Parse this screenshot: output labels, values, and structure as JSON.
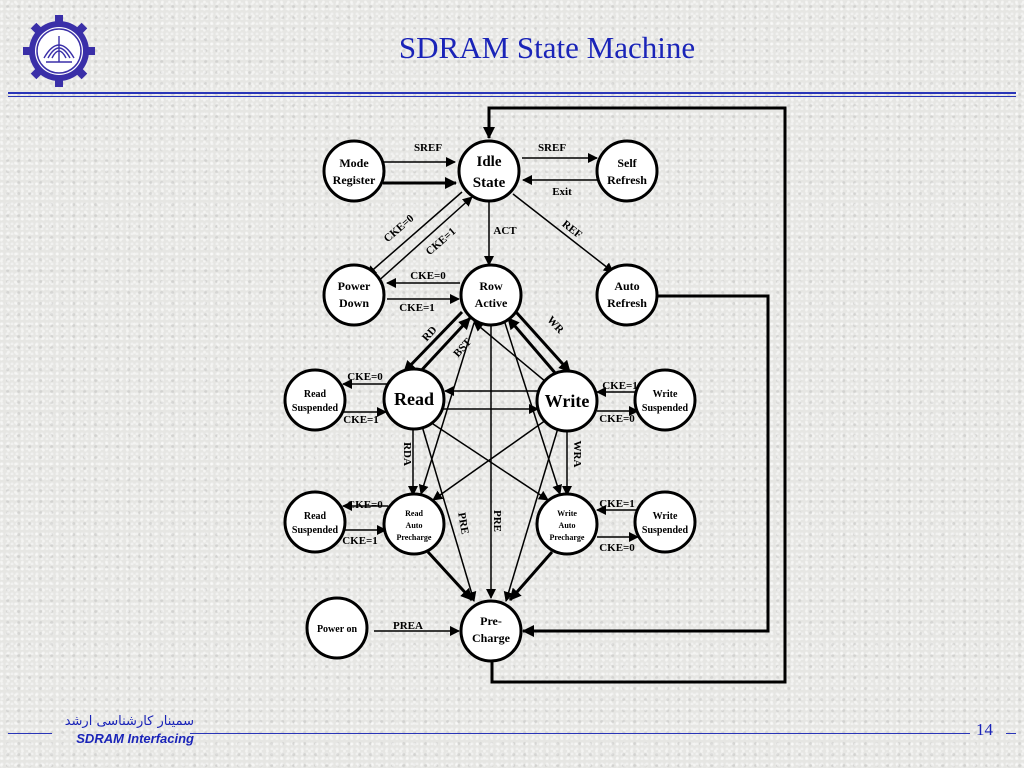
{
  "slide": {
    "title": "SDRAM State Machine",
    "footer_persian": "سمینار کارشناسی ارشد",
    "footer_english": "SDRAM Interfacing",
    "page_number": "14"
  },
  "colors": {
    "title": "#1a24b8",
    "rules": "#2a36b8",
    "logo": "#3a2fa8"
  },
  "diagram": {
    "states": {
      "idle": [
        "Idle",
        "State"
      ],
      "mode_register": [
        "Mode",
        "Register"
      ],
      "self_refresh": [
        "Self",
        "Refresh"
      ],
      "power_down": [
        "Power",
        "Down"
      ],
      "row_active": [
        "Row",
        "Active"
      ],
      "auto_refresh": [
        "Auto",
        "Refresh"
      ],
      "read": [
        "Read"
      ],
      "write": [
        "Write"
      ],
      "read_suspended_1": [
        "Read",
        "Suspended"
      ],
      "write_suspended_1": [
        "Write",
        "Suspended"
      ],
      "read_auto_precharge": [
        "Read",
        "Auto",
        "Precharge"
      ],
      "write_auto_precharge": [
        "Write",
        "Auto",
        "Precharge"
      ],
      "read_suspended_2": [
        "Read",
        "Suspended"
      ],
      "write_suspended_2": [
        "Write",
        "Suspended"
      ],
      "precharge": [
        "Pre-",
        "Charge"
      ],
      "power_on": [
        "Power on"
      ]
    },
    "transitions": {
      "sref_mode": "SREF",
      "sref_self": "SREF",
      "exit": "Exit",
      "cke0_power_down": "CKE=0",
      "cke1_power_down": "CKE=1",
      "act": "ACT",
      "ref": "REF",
      "cke0_row": "CKE=0",
      "cke1_row": "CKE=1",
      "rd": "RD",
      "bst": "BST",
      "wr": "WR",
      "read_susp_cke0": "CKE=0",
      "read_susp_cke1": "CKE=1",
      "write_susp_cke1": "CKE=1",
      "write_susp_cke0": "CKE=0",
      "rda": "RDA",
      "wra": "WRA",
      "pre_left": "PRE",
      "pre_right": "PRE",
      "rap_susp_cke0": "CKE=0",
      "rap_susp_cke1": "CKE=1",
      "wap_susp_cke1": "CKE=1",
      "wap_susp_cke0": "CKE=0",
      "prea": "PREA"
    }
  }
}
